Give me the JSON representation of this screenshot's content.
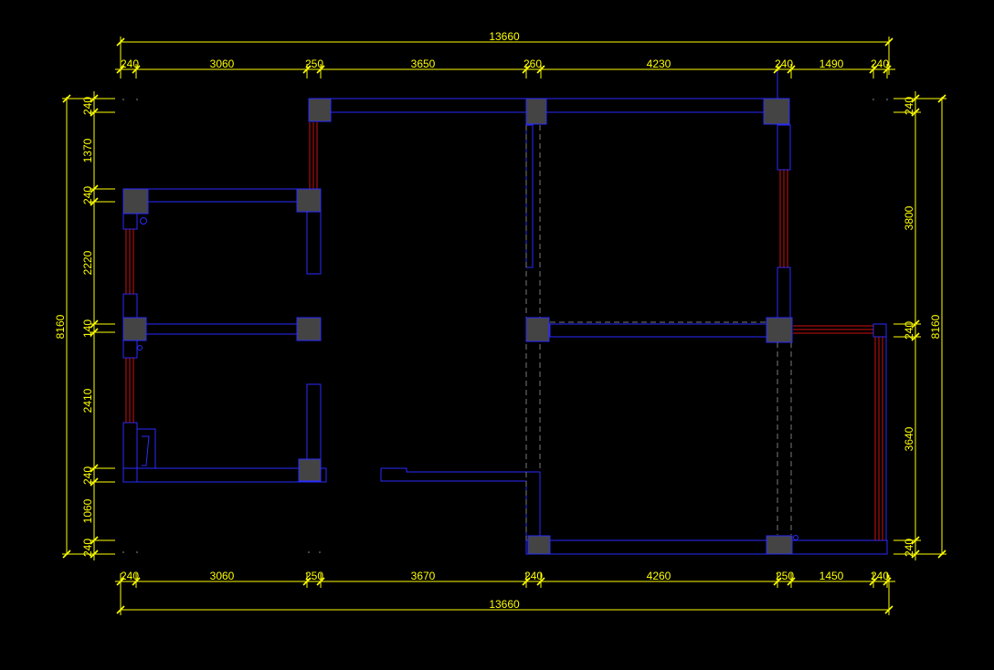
{
  "dimensions": {
    "top_total": "13660",
    "top_segments": [
      "240",
      "3060",
      "250",
      "3650",
      "260",
      "4230",
      "240",
      "1490",
      "240"
    ],
    "bottom_total": "13660",
    "bottom_segments": [
      "240",
      "3060",
      "250",
      "3670",
      "240",
      "4260",
      "250",
      "1450",
      "240"
    ],
    "left_total": "8160",
    "left_segments": [
      "240",
      "1370",
      "240",
      "2220",
      "140",
      "2410",
      "240",
      "1060",
      "240"
    ],
    "right_total": "8160",
    "right_segments": [
      "240",
      "3800",
      "240",
      "3640",
      "240"
    ]
  },
  "colors": {
    "background": "#000000",
    "dimension": "#ffff00",
    "wall": "#2a2aff",
    "column": "#444444",
    "window": "#d01010",
    "hidden_line": "#7a7a7a"
  }
}
